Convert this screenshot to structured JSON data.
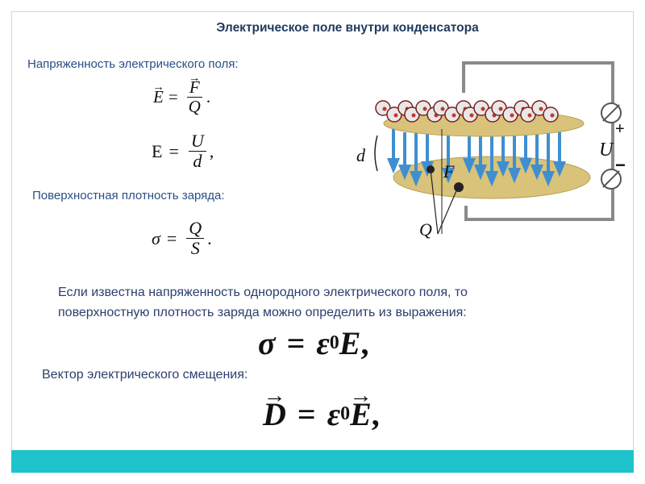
{
  "title": "Электрическое поле внутри конденсатора",
  "labels": {
    "field_strength": "Напряженность электрического поля:",
    "surface_density": "Поверхностная плотность заряда:",
    "known_field_line1": "Если известна напряженность однородного электрического поля, то",
    "known_field_line2": "поверхностную плотность заряда можно определить из выражения:",
    "displacement": "Вектор электрического смещения:"
  },
  "formulas": {
    "f1": {
      "lhs": "E",
      "eq": "=",
      "num": "F",
      "den": "Q",
      "end": "."
    },
    "f2": {
      "lhs": "E",
      "eq": "=",
      "num": "U",
      "den": "d",
      "end": ","
    },
    "f3": {
      "lhs": "σ",
      "eq": "=",
      "num": "Q",
      "den": "S",
      "end": "."
    },
    "f4": {
      "lhs": "σ",
      "eq": "=",
      "eps": "ε",
      "sub": "0",
      "rhs": "E",
      "end": ","
    },
    "f5": {
      "lhs": "D",
      "eq": "=",
      "eps": "ε",
      "sub": "0",
      "rhs": "E",
      "end": ","
    }
  },
  "diagram": {
    "label_d": "d",
    "label_F": "F",
    "label_Q": "Q",
    "label_U": "U",
    "label_plus": "+",
    "label_minus": "−"
  },
  "colors": {
    "plate": "#d9c27a",
    "arrow": "#3f8fd0",
    "wire": "#8a8a8a",
    "accent_bar": "#1fc3cc"
  }
}
